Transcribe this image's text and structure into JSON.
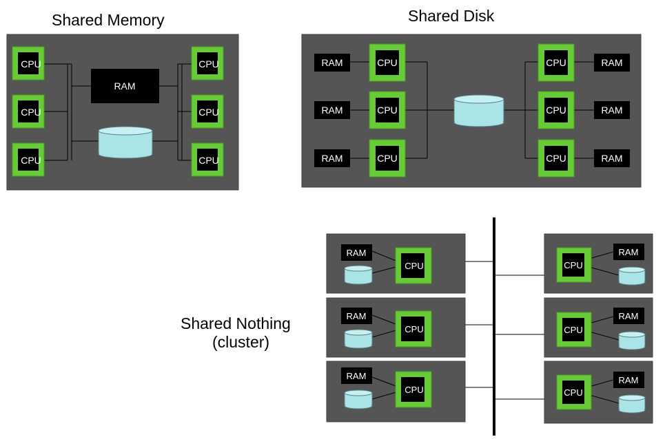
{
  "titles": {
    "shared_memory": "Shared Memory",
    "shared_disk": "Shared Disk",
    "shared_nothing_line1": "Shared Nothing",
    "shared_nothing_line2": "(cluster)"
  },
  "labels": {
    "cpu": "CPU",
    "ram": "RAM"
  },
  "colors": {
    "panel": "#555555",
    "cpu_border": "#66cc33",
    "disk": "#a9e4e6",
    "ram": "#000000"
  }
}
